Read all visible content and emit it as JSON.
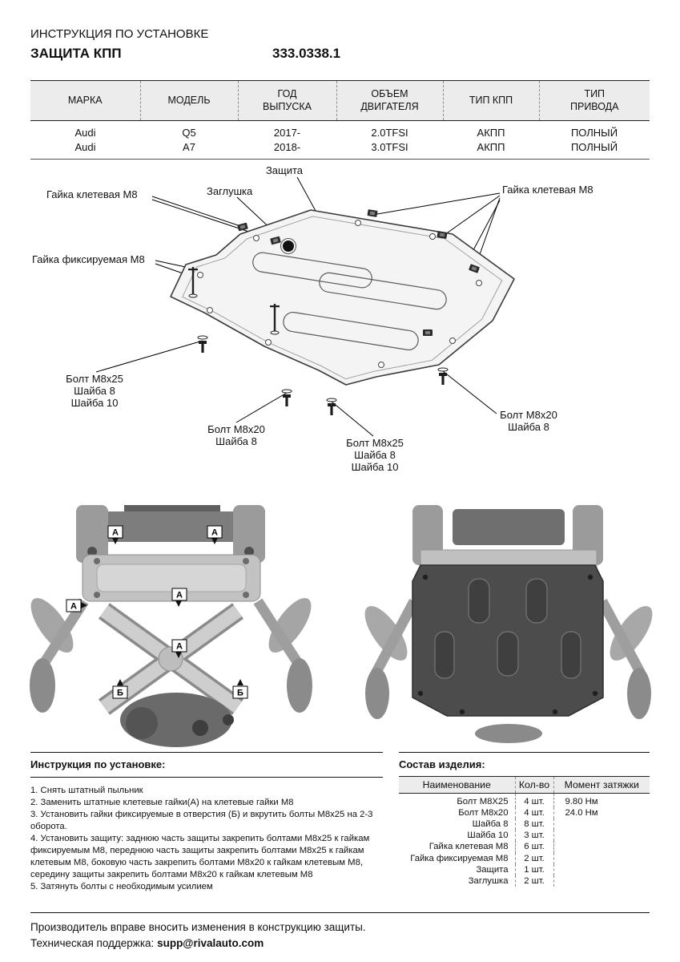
{
  "header": {
    "doc_type": "ИНСТРУКЦИЯ ПО УСТАНОВКЕ",
    "product": "ЗАЩИТА КПП",
    "part_number": "333.0338.1"
  },
  "fitment": {
    "headers": [
      "МАРКА",
      "МОДЕЛЬ",
      "ГОД\nВЫПУСКА",
      "ОБЪЕМ\nДВИГАТЕЛЯ",
      "ТИП КПП",
      "ТИП\nПРИВОДА"
    ],
    "rows": [
      [
        "Audi",
        "Q5",
        "2017-",
        "2.0TFSI",
        "АКПП",
        "ПОЛНЫЙ"
      ],
      [
        "Audi",
        "A7",
        "2018-",
        "3.0TFSI",
        "АКПП",
        "ПОЛНЫЙ"
      ]
    ]
  },
  "diagram": {
    "labels": {
      "plate": "Защита",
      "plug": "Заглушка",
      "clip_nut_left": "Гайка клетевая М8",
      "clip_nut_right": "Гайка клетевая М8",
      "fix_nut": "Гайка фиксируемая М8",
      "bolt_left": "Болт М8х25\nШайба 8\nШайба 10",
      "bolt_bottom_left": "Болт М8х20\nШайба 8",
      "bolt_bottom_right": "Болт М8х25\nШайба 8\nШайба 10",
      "bolt_right": "Болт М8х20\nШайба 8"
    }
  },
  "photos": {
    "marker_a": "А",
    "marker_b": "Б"
  },
  "instructions": {
    "title": "Инструкция по установке:",
    "steps": [
      "1. Снять штатный пыльник",
      "2. Заменить штатные клетевые гайки(А) на клетевые гайки М8",
      "3. Установить гайки фиксируемые в отверстия (Б) и вкрутить болты М8х25 на 2-3 оборота.",
      "4. Установить защиту: заднюю часть защиты закрепить болтами М8х25 к гайкам фиксируемым М8, переднюю часть защиты закрепить болтами М8х25 к гайкам клетевым М8, боковую часть закрепить болтами М8х20 к гайкам клетевым М8, середину защиты закрепить болтами М8х20 к гайкам клетевым М8",
      "5. Затянуть болты с необходимым усилием"
    ]
  },
  "composition": {
    "title": "Состав изделия:",
    "headers": [
      "Наименование",
      "Кол-во",
      "Момент затяжки"
    ],
    "rows": [
      [
        "Болт М8Х25",
        "4 шт.",
        "9.80 Нм"
      ],
      [
        "Болт М8х20",
        "4 шт.",
        "24.0 Нм"
      ],
      [
        "Шайба 8",
        "8 шт.",
        ""
      ],
      [
        "Шайба 10",
        "3 шт.",
        ""
      ],
      [
        "Гайка клетевая М8",
        "6 шт.",
        ""
      ],
      [
        "Гайка фиксируемая М8",
        "2 шт.",
        ""
      ],
      [
        "Защита",
        "1 шт.",
        ""
      ],
      [
        "Заглушка",
        "2 шт.",
        ""
      ]
    ]
  },
  "footer": {
    "line1": "Производитель вправе вносить изменения в конструкцию защиты.",
    "line2_label": "Техническая поддержка:",
    "email": "supp@rivalauto.com"
  }
}
